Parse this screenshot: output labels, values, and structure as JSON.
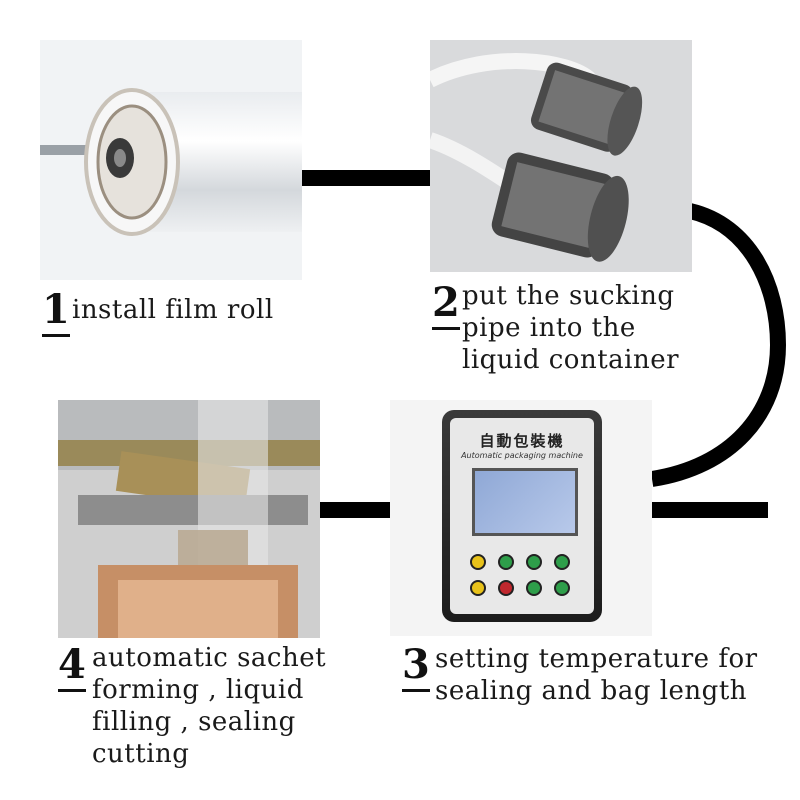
{
  "steps": [
    {
      "number": "1",
      "text": "install film roll"
    },
    {
      "number": "2",
      "text": "put the sucking\npipe into the\nliquid container"
    },
    {
      "number": "3",
      "text": "setting temperature for\nsealing and bag length"
    },
    {
      "number": "4",
      "text": "automatic sachet\nforming , liquid\nfilling , sealing\ncutting"
    }
  ],
  "device": {
    "title_cn": "自動包裝機",
    "title_en": "Automatic packaging machine"
  },
  "colors": {
    "connector": "#000000",
    "button_yellow": "#e8c21a",
    "button_green": "#2e9e4a",
    "button_red": "#c0282e"
  }
}
